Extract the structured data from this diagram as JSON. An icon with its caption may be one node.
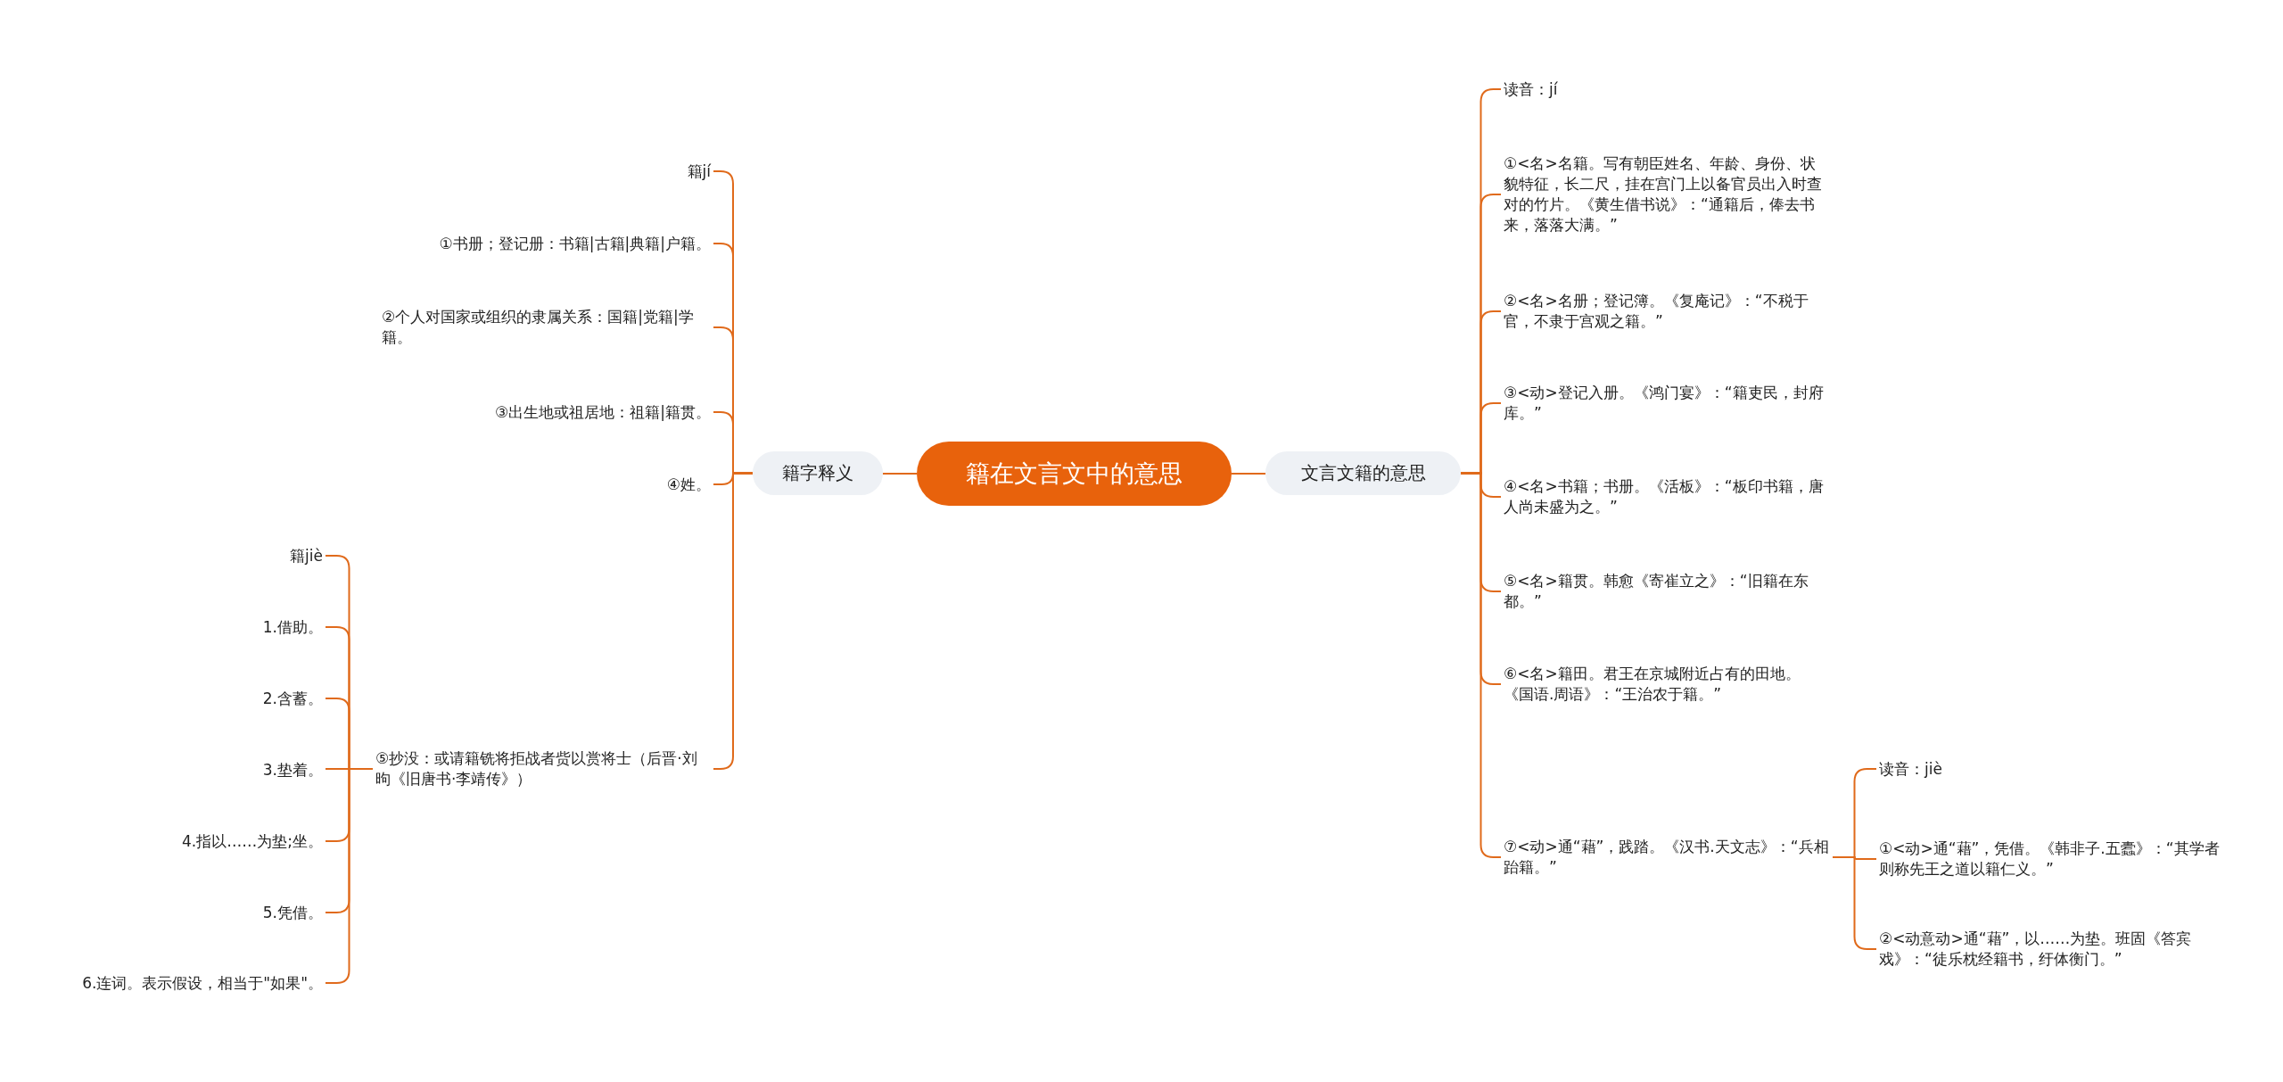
{
  "diagram": {
    "nodes": [
      {
        "text": [
          "籍在文言文中的意思"
        ]
      },
      {
        "text": [
          "籍字释义"
        ]
      },
      {
        "text": [
          "籍jí"
        ]
      },
      {
        "text": [
          "①书册；登记册：书籍|古籍|典籍|户籍。"
        ]
      },
      {
        "text": [
          "②个人对国家或组织的隶属关系：国籍|党籍|学籍。"
        ]
      },
      {
        "text": [
          "③出生地或祖居地：祖籍|籍贯。"
        ]
      },
      {
        "text": [
          "④姓。"
        ]
      },
      {
        "text": [
          "⑤抄没：或请籍铣将拒战者赀以赏将士（后晋·刘昫《旧唐书·李靖传》）"
        ]
      },
      {
        "text": [
          "籍jiè"
        ]
      },
      {
        "text": [
          "1.借助。"
        ]
      },
      {
        "text": [
          "2.含蓄。"
        ]
      },
      {
        "text": [
          "3.垫着。"
        ]
      },
      {
        "text": [
          "4.指以……为垫;坐。"
        ]
      },
      {
        "text": [
          "5.凭借。"
        ]
      },
      {
        "text": [
          "6.连词。表示假设，相当于\"如果\"。"
        ]
      },
      {
        "text": [
          "文言文籍的意思"
        ]
      },
      {
        "text": [
          "读音：jí"
        ]
      },
      {
        "text": [
          "①<名>名籍。写有朝臣姓名、年龄、身份、状貌特征，长二尺，挂在宫门上以备官员出入时查对的竹片。《黄生借书说》：“通籍后，俸去书来，落落大满。”"
        ]
      },
      {
        "text": [
          "②<名>名册；登记簿。《复庵记》：“不税于官，不隶于宫观之籍。”"
        ]
      },
      {
        "text": [
          "③<动>登记入册。《鸿门宴》：“籍吏民，封府库。”"
        ]
      },
      {
        "text": [
          "④<名>书籍；书册。《活板》：“板印书籍，唐人尚未盛为之。”"
        ]
      },
      {
        "text": [
          "⑤<名>籍贯。韩愈《寄崔立之》：“旧籍在东都。”"
        ]
      },
      {
        "text": [
          "⑥<名>籍田。君王在京城附近占有的田地。《国语.周语》：“王治农于籍。”"
        ]
      },
      {
        "text": [
          "⑦<动>通“藉”，践踏。《汉书.天文志》：“兵相跆籍。”"
        ]
      },
      {
        "text": [
          "读音：jiè"
        ]
      },
      {
        "text": [
          "①<动>通“藉”，凭借。《韩非子.五蠹》：“其学者则称先王之道以籍仁义。”"
        ]
      },
      {
        "text": [
          "②<动意动>通“藉”，以……为垫。班固《答宾戏》：“徒乐枕经籍书，纡体衡门。”"
        ]
      }
    ],
    "edges": [
      {
        "from": 0,
        "to": 1,
        "arrow": "none"
      },
      {
        "from": 1,
        "to": 2,
        "arrow": "none"
      },
      {
        "from": 1,
        "to": 3,
        "arrow": "none"
      },
      {
        "from": 1,
        "to": 4,
        "arrow": "none"
      },
      {
        "from": 1,
        "to": 5,
        "arrow": "none"
      },
      {
        "from": 1,
        "to": 6,
        "arrow": "none"
      },
      {
        "from": 1,
        "to": 7,
        "arrow": "none"
      },
      {
        "from": 7,
        "to": 8,
        "arrow": "none"
      },
      {
        "from": 7,
        "to": 9,
        "arrow": "none"
      },
      {
        "from": 7,
        "to": 10,
        "arrow": "none"
      },
      {
        "from": 7,
        "to": 11,
        "arrow": "none"
      },
      {
        "from": 7,
        "to": 12,
        "arrow": "none"
      },
      {
        "from": 7,
        "to": 13,
        "arrow": "none"
      },
      {
        "from": 7,
        "to": 14,
        "arrow": "none"
      },
      {
        "from": 0,
        "to": 15,
        "arrow": "none"
      },
      {
        "from": 15,
        "to": 16,
        "arrow": "none"
      },
      {
        "from": 15,
        "to": 17,
        "arrow": "none"
      },
      {
        "from": 15,
        "to": 18,
        "arrow": "none"
      },
      {
        "from": 15,
        "to": 19,
        "arrow": "none"
      },
      {
        "from": 15,
        "to": 20,
        "arrow": "none"
      },
      {
        "from": 15,
        "to": 21,
        "arrow": "none"
      },
      {
        "from": 15,
        "to": 22,
        "arrow": "none"
      },
      {
        "from": 15,
        "to": 23,
        "arrow": "none"
      },
      {
        "from": 23,
        "to": 24,
        "arrow": "none"
      },
      {
        "from": 23,
        "to": 25,
        "arrow": "none"
      },
      {
        "from": 23,
        "to": 26,
        "arrow": "none"
      }
    ]
  }
}
